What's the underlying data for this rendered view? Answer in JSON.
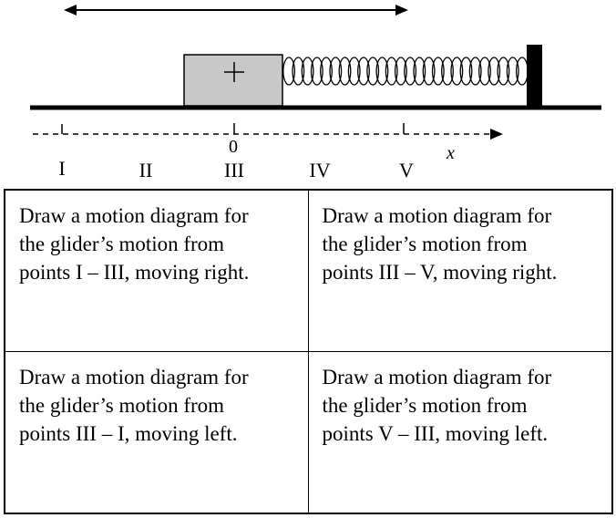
{
  "diagram": {
    "positions": [
      "I",
      "II",
      "III",
      "IV",
      "V"
    ],
    "zero_label": "0",
    "axis_label": "x"
  },
  "prompts": [
    {
      "lines": [
        "Draw a motion diagram for",
        "the glider’s motion from",
        "points I – III, moving right."
      ]
    },
    {
      "lines": [
        "Draw a motion diagram for",
        "the glider’s motion from",
        "points III – V, moving right."
      ]
    },
    {
      "lines": [
        "Draw a motion diagram for",
        "the glider’s motion from",
        "points III – I, moving left."
      ]
    },
    {
      "lines": [
        "Draw a motion diagram for",
        "the glider’s motion from",
        "points V – III, moving left."
      ]
    }
  ]
}
